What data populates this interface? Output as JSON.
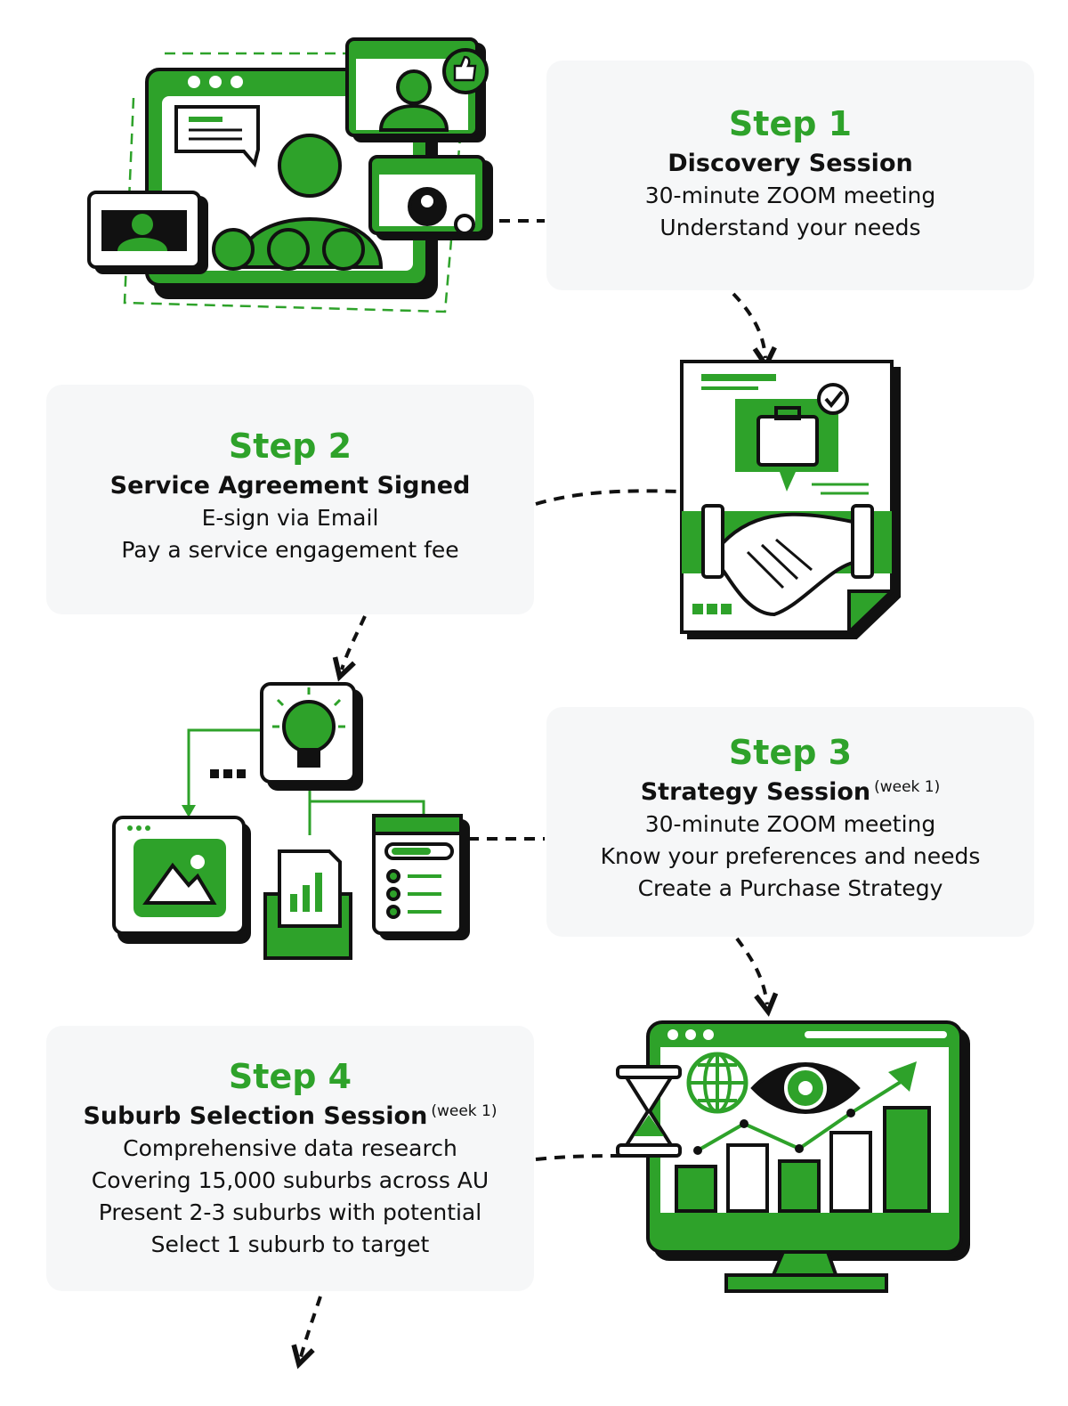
{
  "colors": {
    "accent": "#2ea22a",
    "ink": "#111111",
    "card": "#f6f7f8"
  },
  "steps": [
    {
      "title": "Step 1",
      "subtitle": "Discovery Session",
      "note": "",
      "lines": [
        "30-minute ZOOM meeting",
        "Understand your needs"
      ],
      "illustration": "video-call-icon"
    },
    {
      "title": "Step 2",
      "subtitle": "Service Agreement Signed",
      "note": "",
      "lines": [
        "E-sign via Email",
        "Pay a service engagement fee"
      ],
      "illustration": "handshake-agreement-icon"
    },
    {
      "title": "Step 3",
      "subtitle": "Strategy Session",
      "note": "(week 1)",
      "lines": [
        "30-minute ZOOM meeting",
        "Know your preferences and needs",
        "Create a Purchase Strategy"
      ],
      "illustration": "strategy-ideas-icon"
    },
    {
      "title": "Step 4",
      "subtitle": "Suburb Selection Session",
      "note": "(week 1)",
      "lines": [
        "Comprehensive data research",
        "Covering 15,000 suburbs across AU",
        "Present 2-3 suburbs with potential",
        "Select 1 suburb to target"
      ],
      "illustration": "data-analytics-monitor-icon"
    }
  ]
}
